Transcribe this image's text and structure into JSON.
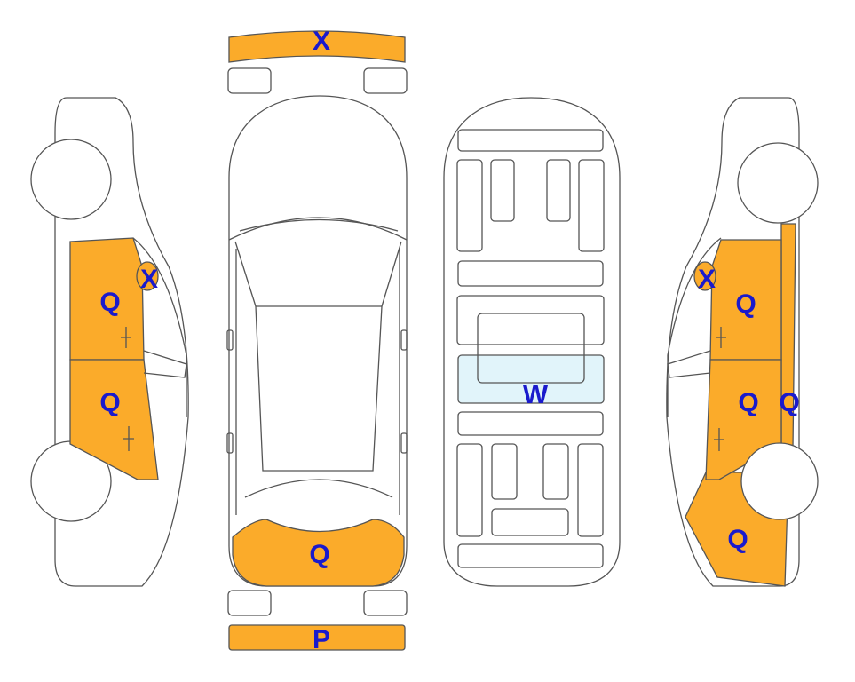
{
  "colors": {
    "damage": "#FBAB2A",
    "glass": "#E1F4FA",
    "mark": "#1A1ACC",
    "outline": "#555555"
  },
  "marks": {
    "front_bumper": "X",
    "rear_bumper": "P",
    "rear_panel_top": "Q",
    "roof_glass": "W",
    "left_rear_door": "Q",
    "left_front_door": "Q",
    "left_mirror": "X",
    "right_mirror": "X",
    "right_front_door": "Q",
    "right_rear_door": "Q",
    "right_pillar": "Q",
    "right_quarter_panel": "Q"
  }
}
